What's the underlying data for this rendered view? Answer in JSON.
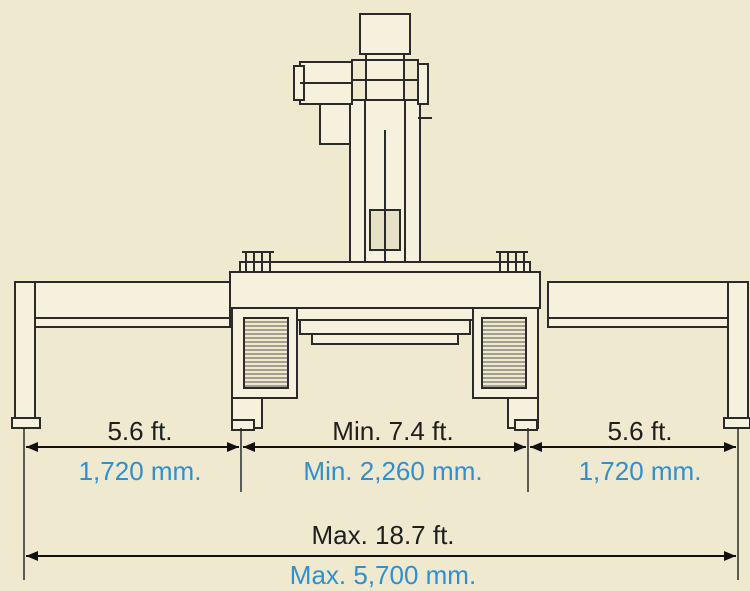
{
  "colors": {
    "background": "#efe9cf",
    "line": "#2a2a2a",
    "imperial_text": "#1e1e1e",
    "metric_text": "#2f8fd0"
  },
  "dimensions": {
    "left": {
      "ft": "5.6 ft.",
      "mm": "1,720 mm."
    },
    "center": {
      "ft": "Min. 7.4 ft.",
      "mm": "Min. 2,260 mm."
    },
    "right": {
      "ft": "5.6 ft.",
      "mm": "1,720 mm."
    },
    "total": {
      "ft": "Max. 18.7 ft.",
      "mm": "Max. 5,700 mm."
    }
  }
}
